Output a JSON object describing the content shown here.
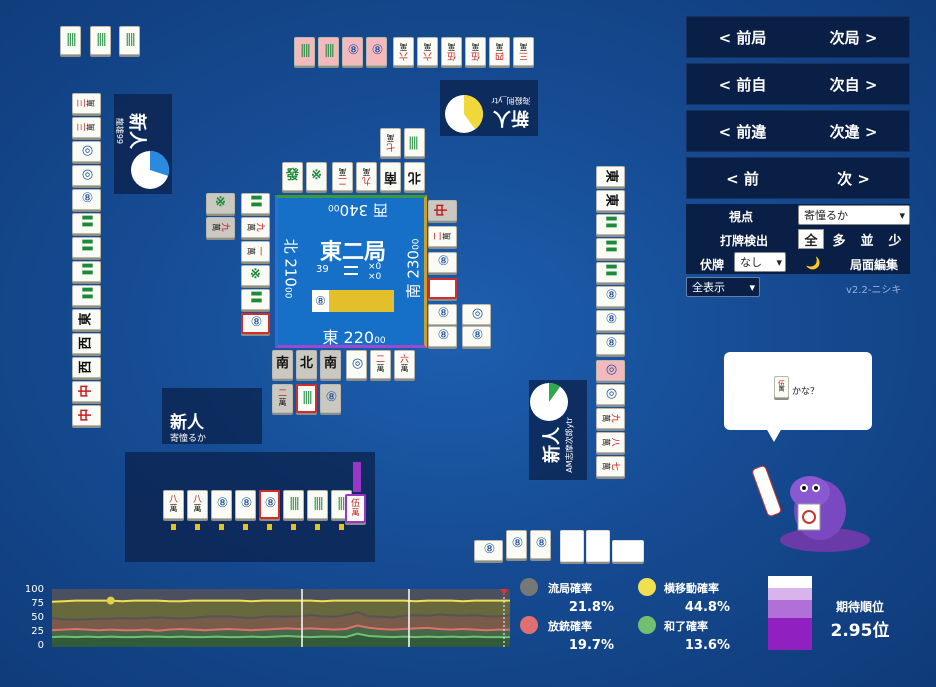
{
  "nav": {
    "prev_round": "< 前局",
    "next_round": "次局 >",
    "prev_self": "< 前自",
    "next_self": "次自 >",
    "prev_diff": "< 前違",
    "next_diff": "次違 >",
    "prev": "< 前",
    "next": "次 >"
  },
  "controls": {
    "viewpoint_label": "視点",
    "viewpoint_value": "寄憧るか",
    "discard_detect_label": "打牌検出",
    "discard_options": [
      "全",
      "多",
      "並",
      "少"
    ],
    "discard_selected": "全",
    "hidden_label": "伏牌",
    "hidden_value": "なし",
    "moon_icon": "🌙",
    "board_edit": "局面編集",
    "display_value": "全表示",
    "version": "v2.2-ニシキ"
  },
  "center": {
    "round": "東二局",
    "honba": "39",
    "riichi_sticks": "×0",
    "honba_sticks": "×0",
    "east_score": "東 220",
    "east_sub": "00",
    "south_score": "南 230",
    "south_sub": "00",
    "west_score": "西 340",
    "west_sub": "00",
    "north_score": "北 210",
    "north_sub": "00",
    "dora_indicator": "⑧"
  },
  "players": {
    "self": {
      "rank": "新人",
      "name": "寄憧るか"
    },
    "right": {
      "rank": "新人",
      "name": "AM志摩次郎ytr",
      "win_pct": 0.1
    },
    "top": {
      "rank": "新人",
      "name": "海殺則_ytr",
      "win_pct": 0.4
    },
    "left": {
      "rank": "新人",
      "name": "龍雄99",
      "win_pct": 0.3
    }
  },
  "hand": [
    {
      "k": "man",
      "n": "八"
    },
    {
      "k": "man",
      "n": "八"
    },
    {
      "k": "pin",
      "n": "⑧"
    },
    {
      "k": "pin",
      "n": "⑧"
    },
    {
      "k": "pin",
      "n": "⑧",
      "hl": true
    },
    {
      "k": "sou",
      "n": "‖‖"
    },
    {
      "k": "sou",
      "n": "‖‖"
    },
    {
      "k": "sou",
      "n": "‖‖"
    }
  ],
  "drawn": {
    "k": "man",
    "n": "伍",
    "red": true
  },
  "bubble": {
    "tile": "伍",
    "text": "かな？"
  },
  "stats": {
    "ryukyoku_label": "流局確率",
    "ryukyoku_value": "21.8%",
    "yoko_label": "横移動確率",
    "yoko_value": "44.8%",
    "houju_label": "放銃確率",
    "houju_value": "19.7%",
    "hora_label": "和了確率",
    "hora_value": "13.6%",
    "rank_label": "期待順位",
    "rank_value": "2.95位",
    "colors": {
      "ryukyoku": "#777777",
      "yoko": "#f0e050",
      "houju": "#e07070",
      "hora": "#70c070"
    }
  },
  "graph_axis": [
    "100",
    "75",
    "50",
    "25",
    "0"
  ],
  "chart_data": {
    "type": "area",
    "ylim": [
      0,
      100
    ],
    "series": [
      {
        "name": "横移動確率",
        "values": [
          78,
          79,
          80,
          80,
          80,
          80,
          79,
          80,
          80,
          80,
          79,
          79,
          80,
          80,
          80,
          80,
          80,
          79,
          80,
          80,
          80,
          80,
          80,
          79,
          80,
          80,
          80,
          80,
          80,
          80,
          80,
          79,
          80,
          80,
          80,
          79,
          80,
          80,
          80,
          80
        ]
      },
      {
        "name": "流局確率",
        "values": [
          50,
          48,
          47,
          48,
          49,
          49,
          50,
          49,
          50,
          51,
          50,
          49,
          50,
          52,
          53,
          53,
          51,
          50,
          52,
          53,
          52,
          53,
          55,
          53,
          52,
          55,
          60,
          53,
          52,
          51,
          54,
          55,
          54,
          56,
          55,
          54,
          55,
          53,
          53,
          55
        ]
      },
      {
        "name": "放銃確率",
        "values": [
          29,
          30,
          31,
          30,
          29,
          30,
          29,
          29,
          30,
          28,
          30,
          31,
          30,
          29,
          30,
          31,
          30,
          29,
          30,
          31,
          32,
          31,
          32,
          31,
          30,
          31,
          37,
          33,
          31,
          30,
          31,
          32,
          33,
          31,
          30,
          31,
          30,
          29,
          30,
          30
        ]
      },
      {
        "name": "和了確率",
        "values": [
          17,
          18,
          17,
          18,
          17,
          18,
          17,
          17,
          18,
          18,
          17,
          18,
          17,
          17,
          18,
          17,
          17,
          18,
          17,
          18,
          19,
          18,
          17,
          18,
          18,
          17,
          23,
          19,
          18,
          17,
          18,
          17,
          18,
          17,
          18,
          17,
          18,
          17,
          17,
          17
        ]
      }
    ]
  }
}
